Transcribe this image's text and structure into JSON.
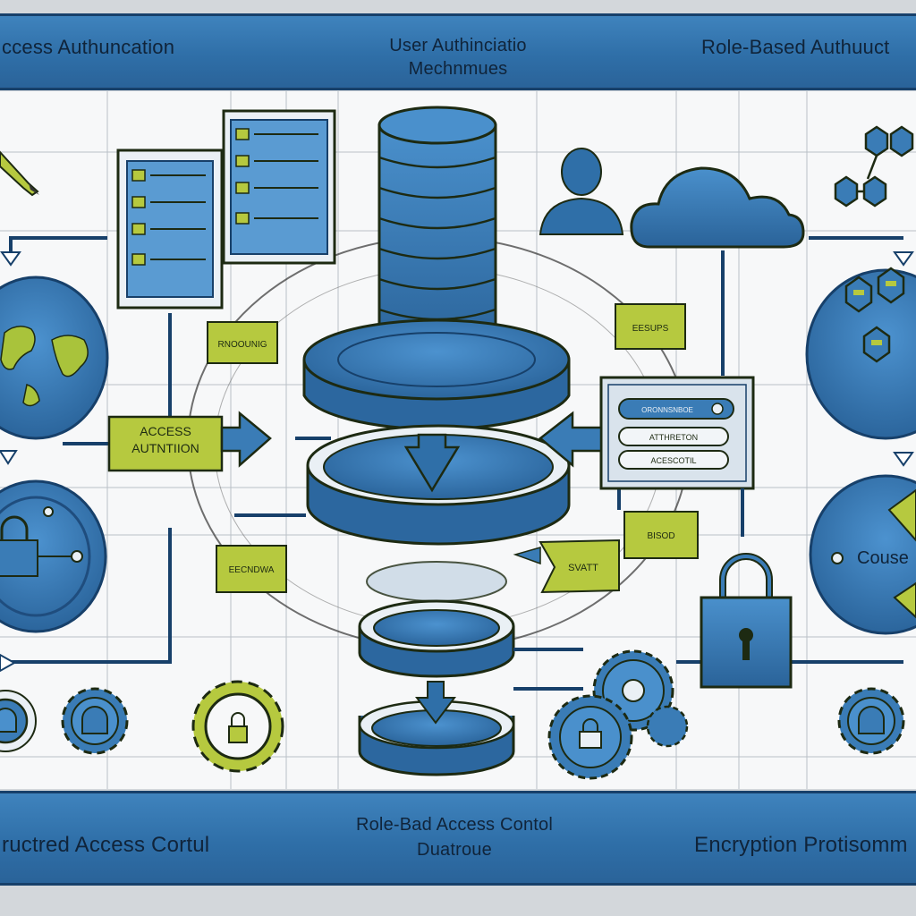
{
  "header": {
    "left": "ccess Authuncation",
    "center_line1": "User Authinciatio",
    "center_line2": "Mechnmues",
    "right": "Role-Based Authuuct"
  },
  "footer": {
    "left": "ructred Access Cortul",
    "center_line1": "Role-Bad Access Contol",
    "center_line2": "Duatroue",
    "right": "Encryption Protisomm"
  },
  "labels": {
    "access_line1": "ACCESS",
    "access_line2": "AUTNTIION",
    "tag_upper_left": "RNOOUNIG",
    "tag_upper_right": "EESUPS",
    "tag_lower_left": "EECNDWA",
    "tag_svatt": "SVATT",
    "tag_lower_right": "BISOD",
    "cloud_right": "Couse"
  },
  "form": {
    "field1": "ORONNSNBOE",
    "field2": "ATTHRETON",
    "field3": "ACESCOTIL"
  },
  "colors": {
    "blue": "#2f6fa8",
    "dark_blue": "#17406a",
    "lime": "#b6c93f",
    "paper": "#f7f8f9"
  }
}
